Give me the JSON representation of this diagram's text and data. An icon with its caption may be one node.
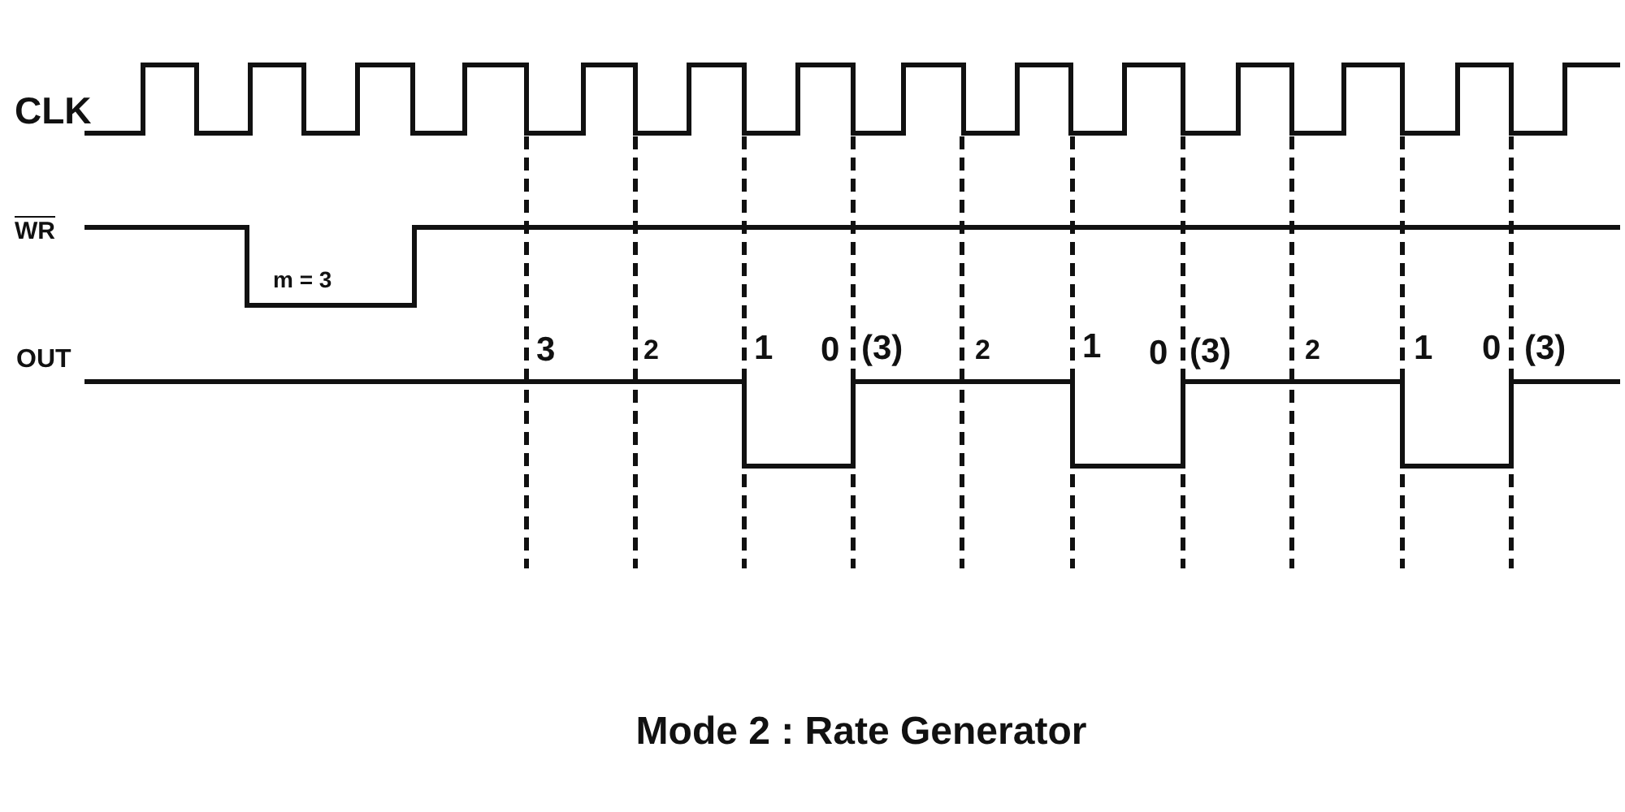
{
  "diagram": {
    "caption": "Mode 2 : Rate Generator",
    "labels": [
      "CLK",
      "WR",
      "m = 3",
      "OUT",
      "3",
      "2",
      "1",
      "0",
      "(3)",
      "2",
      "1",
      "0",
      "(3)",
      "2",
      "1",
      "0",
      "(3)"
    ]
  }
}
